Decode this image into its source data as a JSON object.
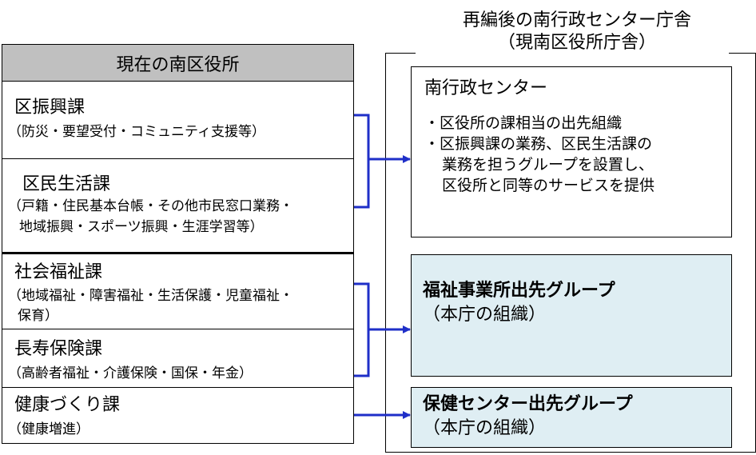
{
  "right_title": {
    "line1": "再編後の南行政センター庁舎",
    "line2": "（現南区役所庁舎）"
  },
  "current_office": {
    "header": "現在の南区役所",
    "sections": [
      {
        "name": "区振興課",
        "desc": [
          "（防災・要望受付・コミュニティ支援等）"
        ]
      },
      {
        "name": "区民生活課",
        "desc": [
          "（戸籍・住民基本台帳・その他市民窓口業務・",
          "地域振興・スポーツ振興・生涯学習等）"
        ]
      },
      {
        "name": "社会福祉課",
        "desc": [
          "（地域福祉・障害福祉・生活保護・児童福祉・",
          "保育）"
        ]
      },
      {
        "name": "長寿保険課",
        "desc": [
          "（高齢者福祉・介護保険・国保・年金）"
        ]
      },
      {
        "name": "健康づくり課",
        "desc": [
          "（健康増進）"
        ]
      }
    ]
  },
  "targets": [
    {
      "title": "南行政センター",
      "bullets": [
        "・区役所の課相当の出先組織",
        "・区振興課の業務、区民生活課の",
        "業務を担うグループを設置し、",
        "区役所と同等のサービスを提供"
      ]
    },
    {
      "title": "福祉事業所出先グループ",
      "subtitle": "（本庁の組織）"
    },
    {
      "title": "保健センター出先グループ",
      "subtitle": "（本庁の組織）"
    }
  ],
  "colors": {
    "arrow": "#1f2fc8",
    "target_fill": "#dfeef3",
    "header_fill": "#c0c0c0"
  }
}
